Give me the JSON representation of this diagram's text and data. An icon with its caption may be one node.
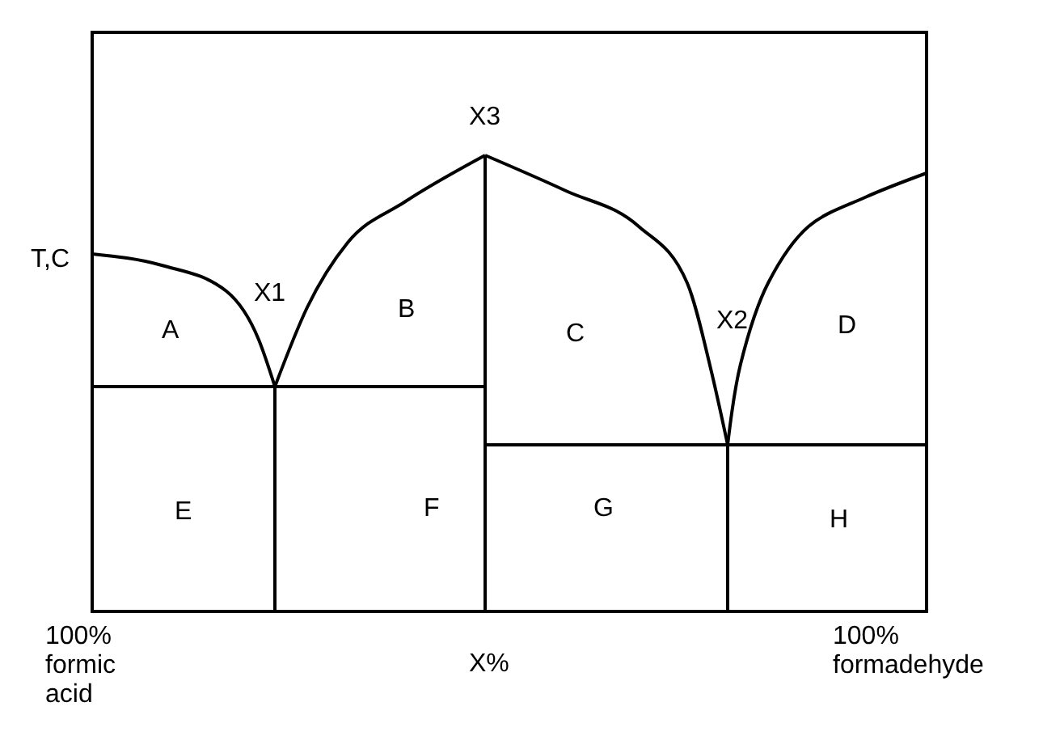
{
  "diagram": {
    "labels": [
      "X3",
      "T,C",
      "X1",
      "B",
      "A",
      "C",
      "X2",
      "D",
      "E",
      "F",
      "G",
      "H",
      "100% formic acid",
      "X%",
      "100% formadehyde"
    ]
  }
}
